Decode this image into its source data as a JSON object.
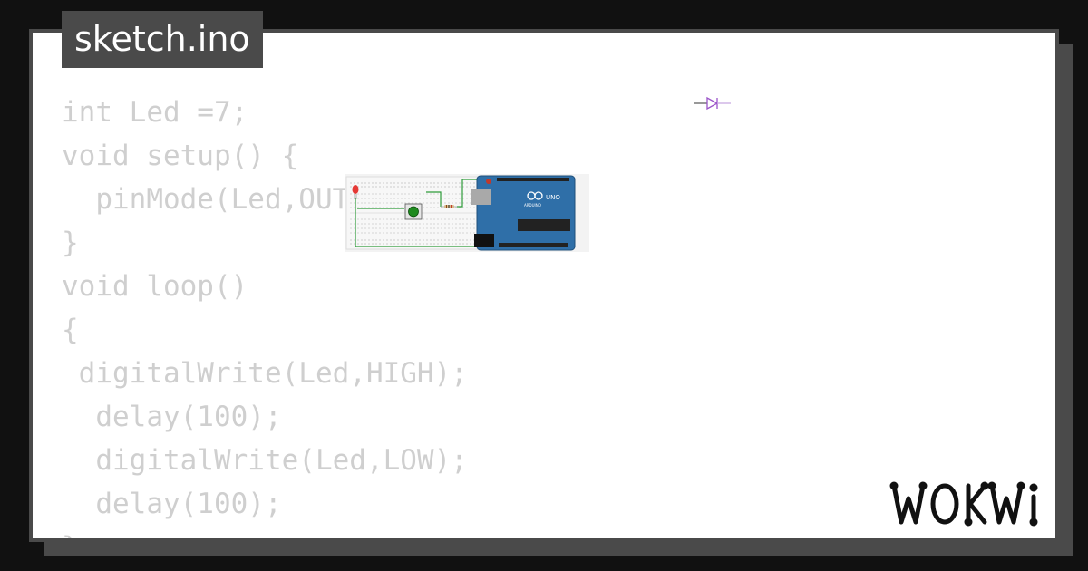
{
  "filename": "sketch.ino",
  "code_lines": [
    "int Led =7;",
    "void setup() {",
    "  pinMode(Led,OUTPUT);",
    "}",
    "void loop()",
    "{",
    " digitalWrite(Led,HIGH);",
    "  delay(100);",
    "  digitalWrite(Led,LOW);",
    "  delay(100);",
    "}"
  ],
  "diagram": {
    "board_label": "UNO",
    "board_brand": "ARDUINO",
    "icons": [
      "breadboard",
      "led-icon",
      "pushbutton-icon",
      "resistor-icon",
      "arduino-uno-board",
      "diode-icon"
    ]
  },
  "brand": {
    "name": "WOKWi"
  },
  "colors": {
    "background": "#111111",
    "card": "#ffffff",
    "frame": "#4a4a4a",
    "code_text": "#cfcfcf",
    "board_blue": "#2f6fa8",
    "wire_green": "#2e9b3a",
    "led_red": "#e53935",
    "button_green": "#1e8a1e",
    "diode_purple": "#9c55c9"
  }
}
